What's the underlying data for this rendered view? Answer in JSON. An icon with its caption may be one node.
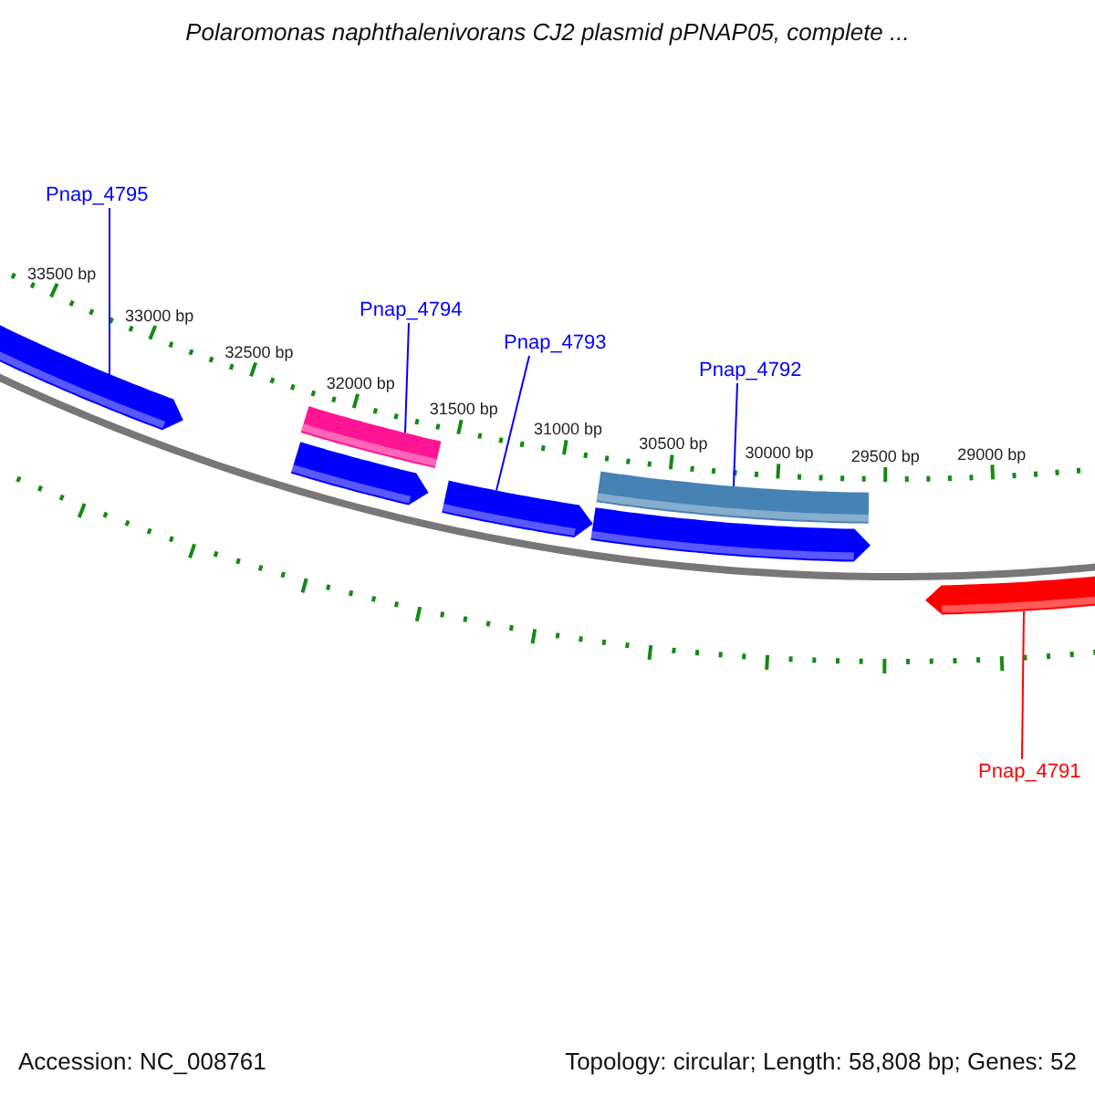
{
  "diagram": {
    "title": "Polaromonas naphthalenivorans CJ2 plasmid pPNAP05, complete ...",
    "nodes": [
      {
        "text": [
          "Pnap_4795"
        ]
      },
      {
        "text": [
          "Pnap_4794"
        ]
      },
      {
        "text": [
          "Pnap_4793"
        ]
      },
      {
        "text": [
          "Pnap_4792"
        ]
      },
      {
        "text": [
          "Pnap_4791"
        ]
      },
      {
        "text": [],
        "shape": "arrow"
      },
      {
        "text": [],
        "shape": "bar"
      },
      {
        "text": [],
        "shape": "arrow"
      },
      {
        "text": [],
        "shape": "arrow"
      },
      {
        "text": [],
        "shape": "bar"
      },
      {
        "text": [],
        "shape": "arrow"
      },
      {
        "text": [],
        "shape": "arrow"
      }
    ],
    "edges": [
      {
        "from": 0,
        "to": 5,
        "arrow": "none"
      },
      {
        "from": 1,
        "to": 6,
        "arrow": "none"
      },
      {
        "from": 2,
        "to": 8,
        "arrow": "none"
      },
      {
        "from": 3,
        "to": 9,
        "arrow": "none"
      },
      {
        "from": 4,
        "to": 11,
        "arrow": "none",
        "color": "#ff0000"
      }
    ],
    "labels": [
      "33500 bp",
      "33000 bp",
      "32500 bp",
      "32000 bp",
      "31500 bp",
      "31000 bp",
      "30500 bp",
      "30000 bp",
      "29500 bp",
      "29000 bp",
      "Accession: NC_008761",
      "Topology: circular; Length: 58,808 bp; Genes: 52"
    ]
  }
}
